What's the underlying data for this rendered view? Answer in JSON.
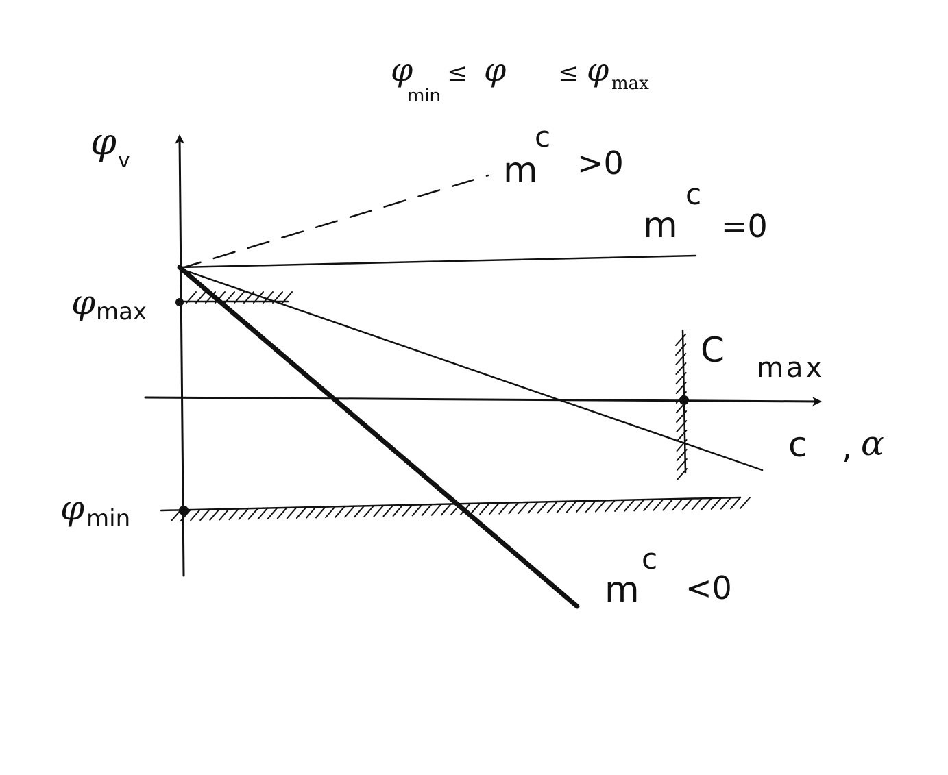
{
  "constraint": {
    "phi_symbol": "φ",
    "min_sub": "min",
    "leq": "≤",
    "mid_phi": "φ",
    "max_sub": "max"
  },
  "axes": {
    "y_label_symbol": "φ",
    "y_label_sub": "v",
    "x_label_c": "c",
    "x_label_sep": ",",
    "x_label_alpha": "α"
  },
  "levels": {
    "phi_max_symbol": "φ",
    "phi_max_sub": "max",
    "phi_min_symbol": "φ",
    "phi_min_sub": "min",
    "c_max_symbol": "C",
    "c_max_sub": "max"
  },
  "lines": {
    "m": "m",
    "c_sup": "c",
    "pos_rel": ">0",
    "zero_rel": "=0",
    "neg_rel": "<0"
  },
  "colors": {
    "ink": "#111111",
    "background": "#ffffff"
  }
}
